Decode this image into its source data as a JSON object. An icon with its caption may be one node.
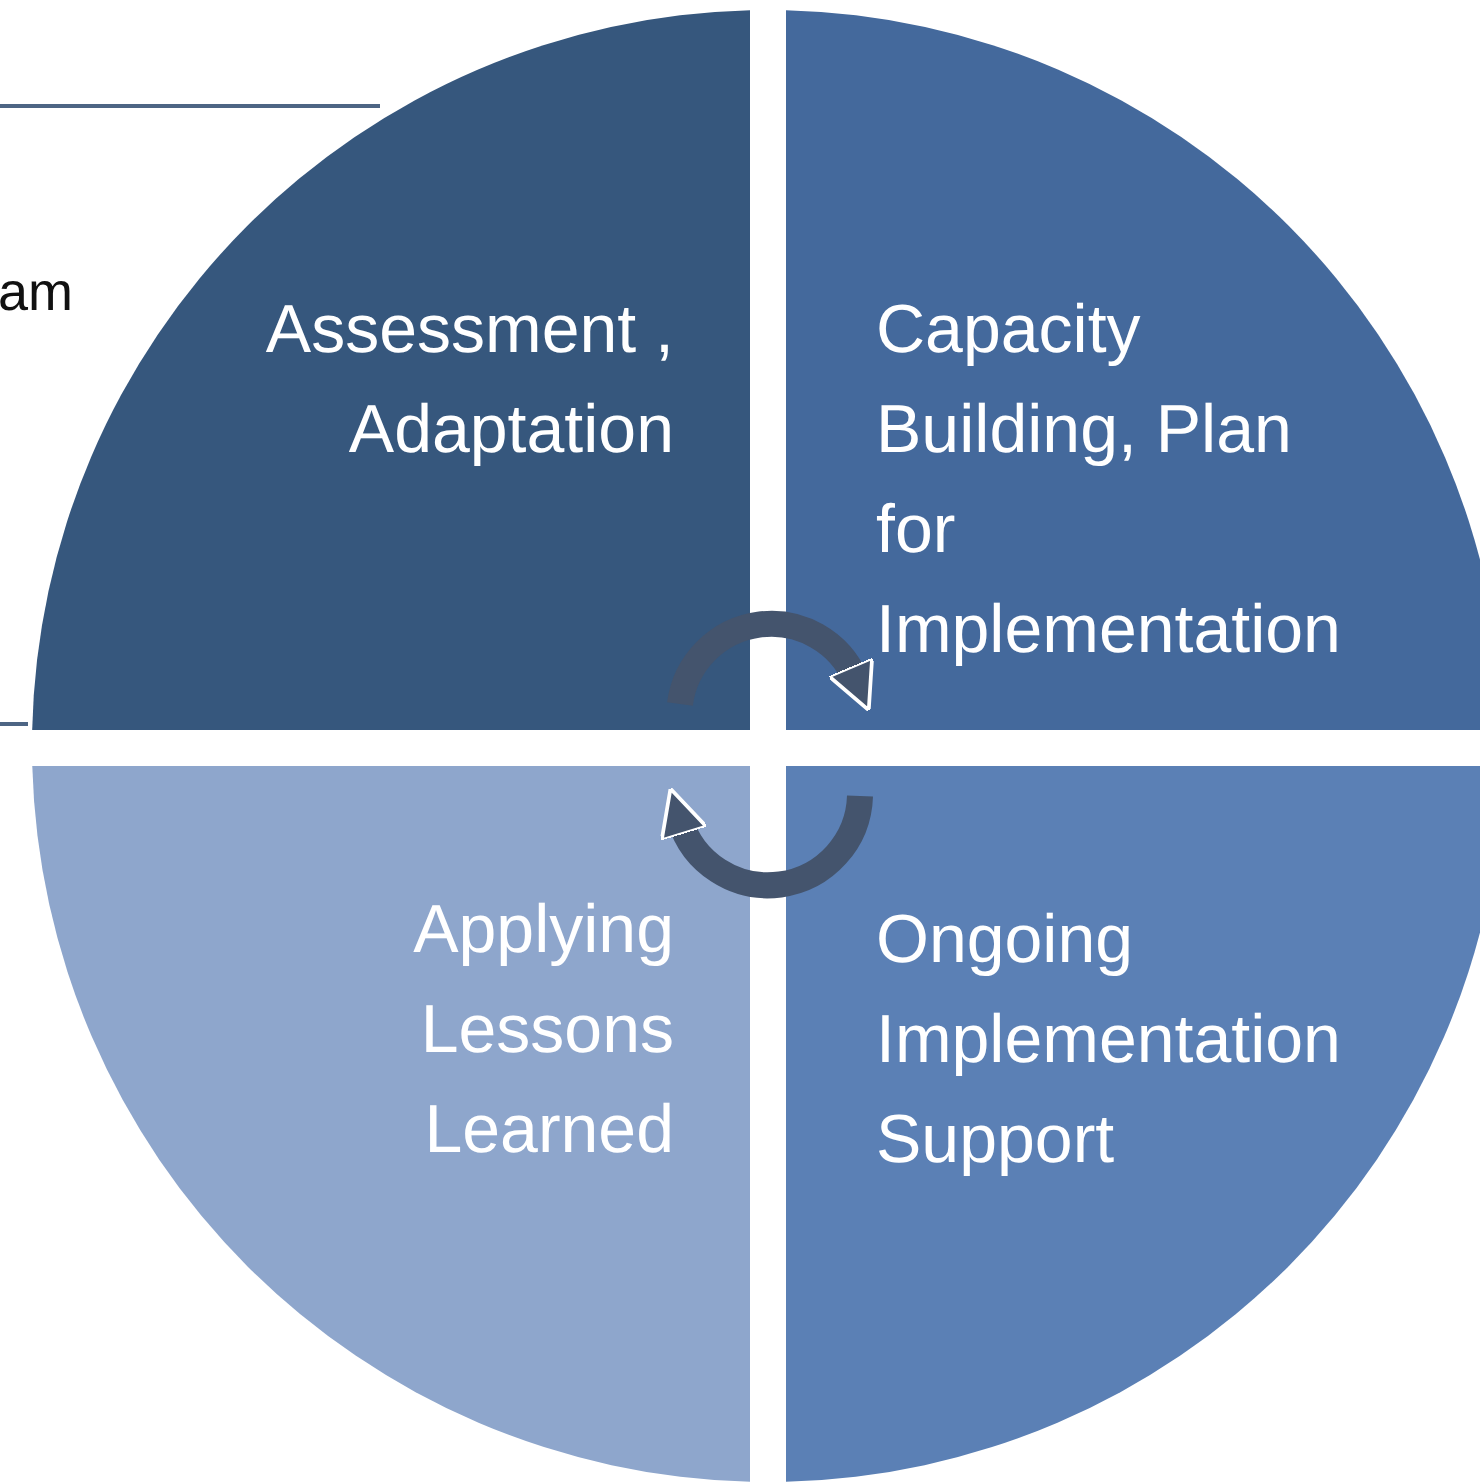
{
  "diagram": {
    "nodes": [
      {
        "text": [
          "Assessment , Adaptation"
        ]
      },
      {
        "text": [
          "Capacity Building, Plan for Implementation"
        ]
      },
      {
        "text": [
          "Applying Lessons Learned"
        ]
      },
      {
        "text": [
          "Ongoing Implementation Support"
        ]
      }
    ],
    "edges": [
      {
        "from": 0,
        "to": 1,
        "arrow": "to"
      },
      {
        "from": 3,
        "to": 2,
        "arrow": "to"
      }
    ],
    "labels": [
      "am"
    ]
  }
}
